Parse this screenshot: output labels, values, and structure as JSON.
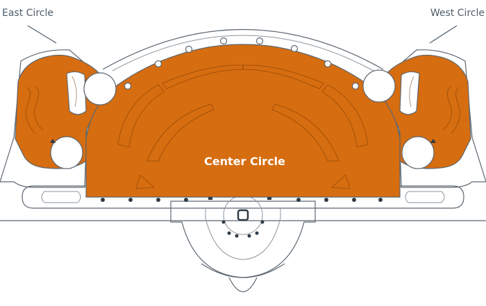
{
  "areas": {
    "east": {
      "label": "East Circle",
      "color": "#d66d10"
    },
    "west": {
      "label": "West Circle",
      "color": "#d66d10"
    },
    "center": {
      "label": "Center Circle",
      "color": "#d66d10"
    }
  },
  "colors": {
    "outline": "#5b6670",
    "label_text": "#4d5d6b",
    "highlight": "#d66d10"
  }
}
